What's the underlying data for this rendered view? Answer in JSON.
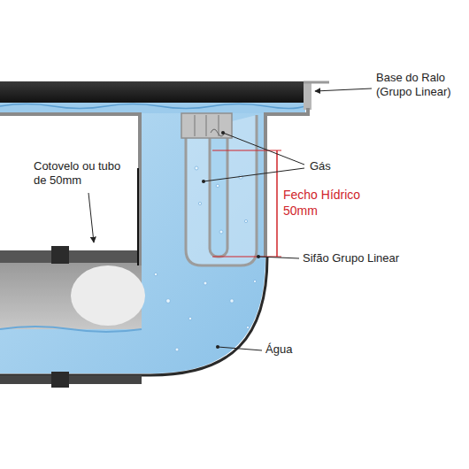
{
  "diagram": {
    "labels": [
      "Base do Ralo (Grupo Linear)",
      "Cotovelo ou tubo de 50mm",
      "Gás",
      "Fecho Hídrico 50mm",
      "Sifão Grupo Linear",
      "Água"
    ]
  }
}
